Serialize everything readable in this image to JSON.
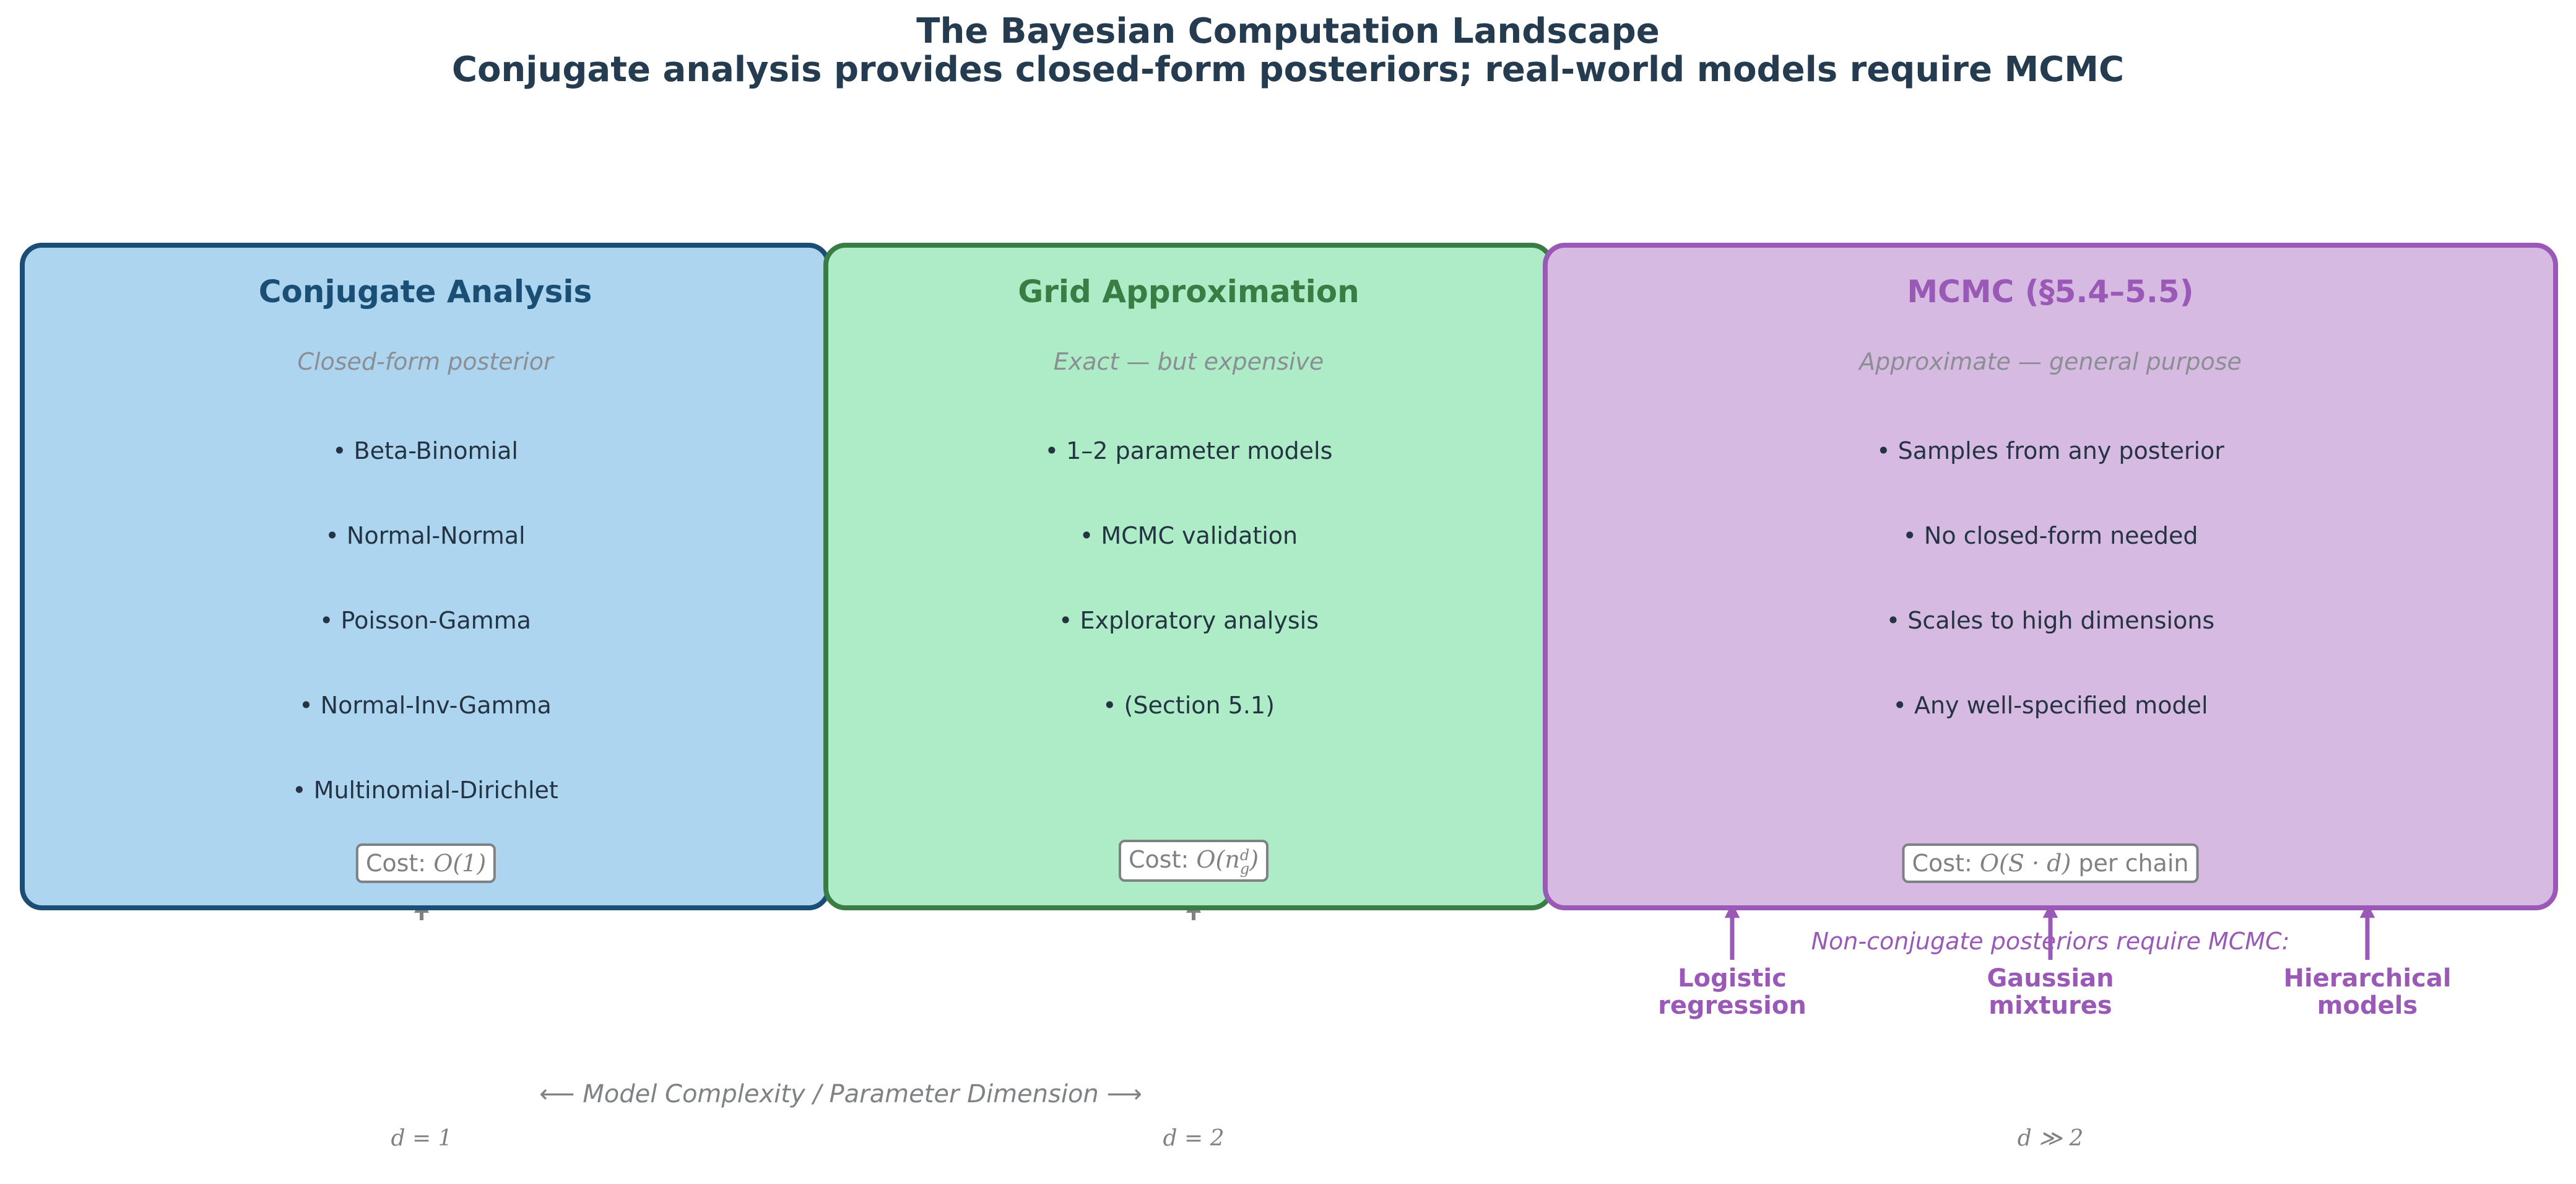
{
  "title_line1": "The Bayesian Computation Landscape",
  "title_line2": "Conjugate analysis provides closed-form posteriors; real-world models require MCMC",
  "colors": {
    "conjugate_fill": "#aed5ef",
    "conjugate_border": "#1a4e74",
    "grid_fill": "#aeebc7",
    "grid_border": "#3a7d44",
    "mcmc_fill": "#d7bae2",
    "mcmc_border": "#9a59b6",
    "muted_gray": "#7f8284"
  },
  "panels": {
    "conjugate": {
      "title": "Conjugate Analysis",
      "subtitle": "Closed-form posterior",
      "items": [
        "• Beta-Binomial",
        "• Normal-Normal",
        "• Poisson-Gamma",
        "• Normal-Inv-Gamma",
        "• Multinomial-Dirichlet"
      ],
      "cost_prefix": "Cost: ",
      "cost_formula": "O(1)",
      "cost_suffix": ""
    },
    "grid": {
      "title": "Grid Approximation",
      "subtitle": "Exact — but expensive",
      "items": [
        "• 1–2 parameter models",
        "• MCMC validation",
        "• Exploratory analysis",
        "• (Section 5.1)"
      ],
      "cost_prefix": "Cost: ",
      "cost_formula": "O(n",
      "cost_sup": "d",
      "cost_sub": "g",
      "cost_close": ")",
      "cost_suffix": ""
    },
    "mcmc": {
      "title": "MCMC (§5.4–5.5)",
      "subtitle": "Approximate — general purpose",
      "items": [
        "• Samples from any posterior",
        "• No closed-form needed",
        "• Scales to high dimensions",
        "• Any well-specified model"
      ],
      "cost_prefix": "Cost: ",
      "cost_formula": "O(S · d)",
      "cost_suffix": " per chain"
    }
  },
  "note": "Non-conjugate posteriors require MCMC:",
  "examples": [
    {
      "line1": "Logistic",
      "line2": "regression"
    },
    {
      "line1": "Gaussian",
      "line2": "mixtures"
    },
    {
      "line1": "Hierarchical",
      "line2": "models"
    }
  ],
  "axis_caption": "⟵   Model Complexity / Parameter Dimension   ⟶",
  "dimension_labels": [
    "d = 1",
    "d = 2",
    "d ≫ 2"
  ]
}
